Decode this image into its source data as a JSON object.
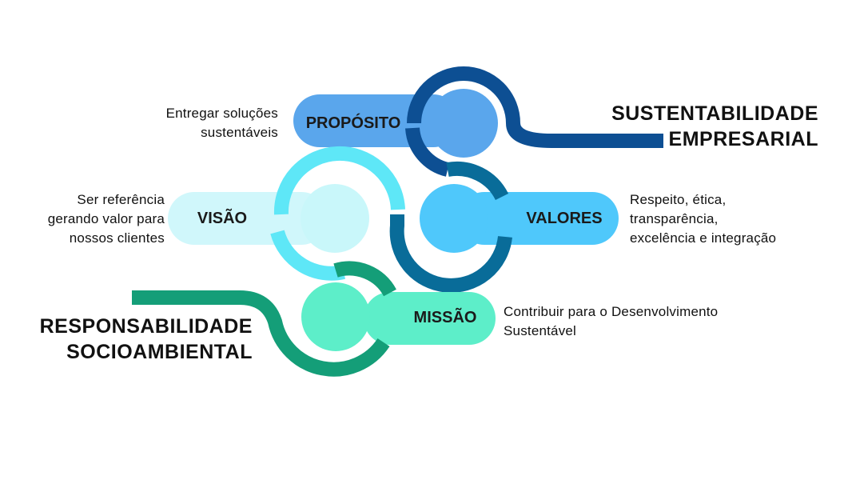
{
  "headings": {
    "top": [
      "SUSTENTABILIDADE",
      "EMPRESARIAL"
    ],
    "bottom": [
      "RESPONSABILIDADE",
      "SOCIOAMBIENTAL"
    ]
  },
  "nodes": {
    "proposito": {
      "label": "PROPÓSITO",
      "description": [
        "Entregar soluções",
        "sustentáveis"
      ],
      "colors": {
        "pill": "#5aa6ec",
        "circle": "#5aa6ec",
        "curve": "#0d4f93"
      }
    },
    "valores": {
      "label": "VALORES",
      "description": [
        "Respeito, ética,",
        "transparência,",
        "excelência e integração"
      ],
      "colors": {
        "pill": "#4fc8fb",
        "circle": "#4fc8fb",
        "curve": "#096c99"
      }
    },
    "visao": {
      "label": "VISÃO",
      "description": [
        "Ser referência",
        "gerando valor para",
        "nossos clientes"
      ],
      "colors": {
        "pill": "#d0f7fb",
        "circle": "#c9f7fa",
        "curve": "#5ee7f7"
      }
    },
    "missao": {
      "label": "MISSÃO",
      "description": [
        "Contribuir para o Desenvolvimento",
        "Sustentável"
      ],
      "colors": {
        "pill": "#5deec9",
        "circle": "#5deec9",
        "curve": "#149e78"
      }
    }
  }
}
